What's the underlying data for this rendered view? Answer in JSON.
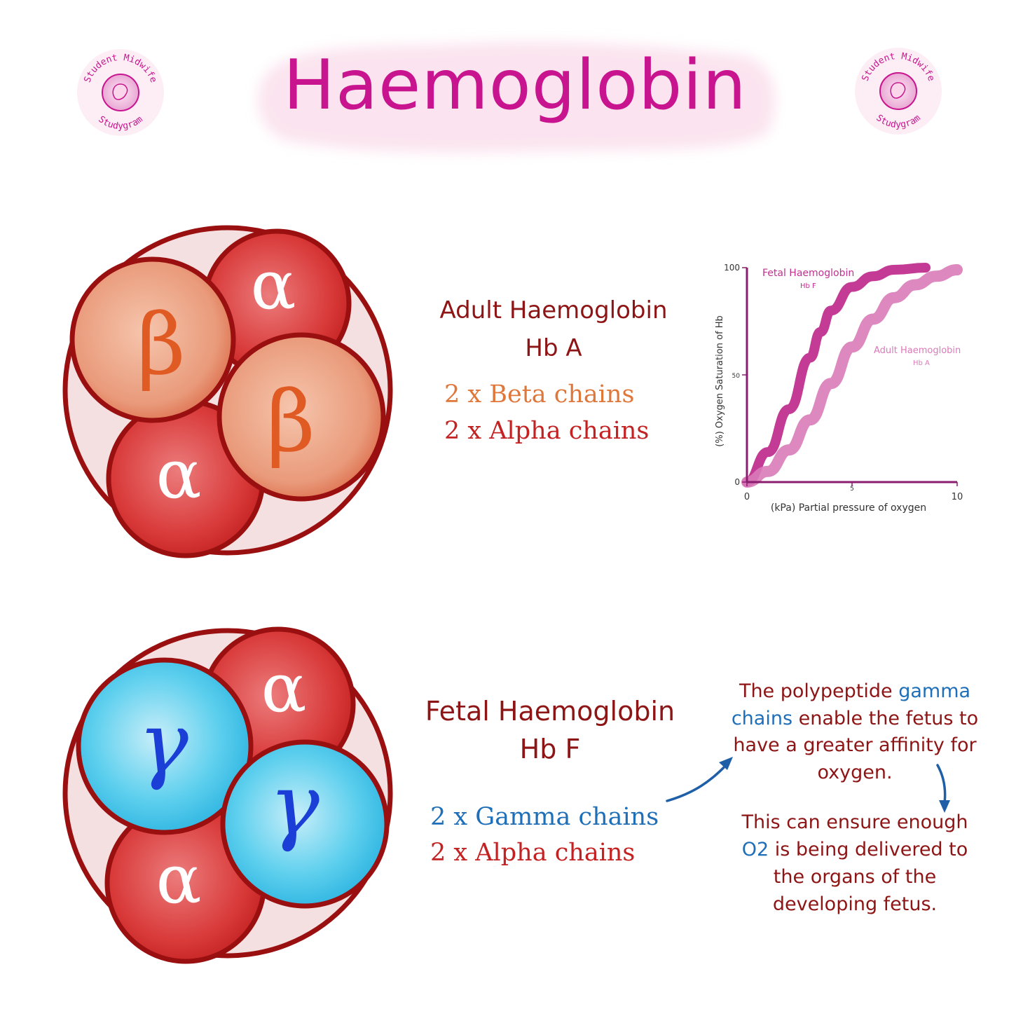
{
  "title": "Haemoglobin",
  "logo": {
    "text_top": "Student Midwife",
    "text_bottom": "Studygram"
  },
  "adult": {
    "title": "Adult Haemoglobin",
    "subtitle": "Hb A",
    "chains": [
      {
        "count": "2 x",
        "name": "Beta chains"
      },
      {
        "count": "2 x",
        "name": "Alpha chains"
      }
    ],
    "subunit_symbols": {
      "beta": "β",
      "alpha": "α"
    }
  },
  "fetal": {
    "title": "Fetal Haemoglobin",
    "subtitle": "Hb F",
    "chains": [
      {
        "count": "2 x",
        "name": "Gamma chains"
      },
      {
        "count": "2 x",
        "name": "Alpha chains"
      }
    ],
    "subunit_symbols": {
      "gamma": "γ",
      "alpha": "α"
    }
  },
  "explanation": {
    "p1_before": "The polypeptide ",
    "p1_highlight": "gamma chains",
    "p1_after": " enable the fetus to have a greater affinity for oxygen.",
    "p2_before": "This can ensure enough ",
    "p2_highlight": "O2",
    "p2_after": " is being delivered to the organs of the developing fetus."
  },
  "colors": {
    "title": "#c8158f",
    "title_wash": "#fbe4ef",
    "dark_red": "#8e1515",
    "outline": "#9a1010",
    "orange": "#e0773a",
    "blue": "#1f6fb8",
    "fetal_curve": "#c0308f",
    "adult_curve": "#d97bb8",
    "axis": "#8b1d6e",
    "beta_fill": "#e8876a",
    "beta_symbol": "#e05a24",
    "alpha_fill": "#d7282c",
    "gamma_fill": "#41c4e6",
    "gamma_symbol": "#1b3fd6",
    "shell": "#f3dde0"
  },
  "chart_data": {
    "type": "line",
    "title": "",
    "xlabel": "(kPa) Partial pressure of oxygen",
    "ylabel": "(%) Oxygen Saturation of  Hb",
    "xlim": [
      0,
      10
    ],
    "ylim": [
      0,
      100
    ],
    "xticks": [
      0,
      5,
      10
    ],
    "yticks": [
      0,
      50,
      100
    ],
    "grid": false,
    "series": [
      {
        "name": "Fetal Haemoglobin",
        "sublabel": "Hb F",
        "x": [
          0,
          1,
          2,
          3,
          3.5,
          4,
          5,
          6,
          7,
          8.5
        ],
        "y": [
          0,
          14,
          34,
          58,
          70,
          80,
          91,
          96,
          99,
          100
        ]
      },
      {
        "name": "Adult Haemoglobin",
        "sublabel": "Hb A",
        "x": [
          0,
          1,
          2,
          3,
          4,
          5,
          6,
          7,
          8,
          9,
          10
        ],
        "y": [
          0,
          5,
          15,
          29,
          46,
          63,
          76,
          86,
          92,
          96,
          99
        ]
      }
    ]
  }
}
